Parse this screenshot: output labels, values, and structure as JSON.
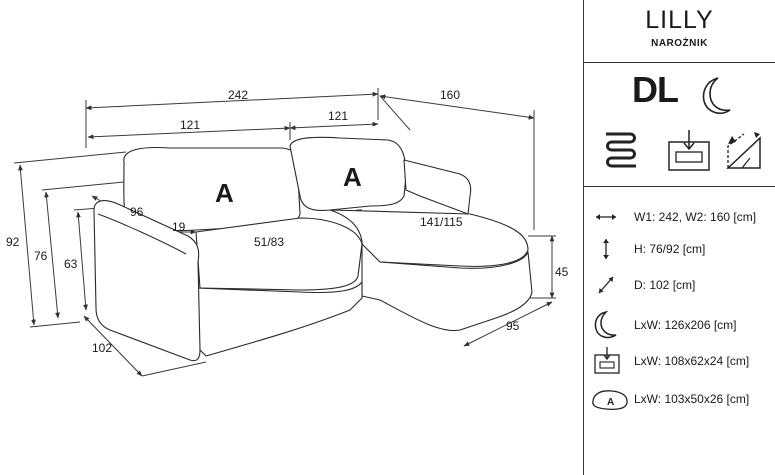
{
  "product": {
    "name": "LILLY",
    "type": "NAROŻNIK",
    "orientation": "DL"
  },
  "features": {
    "sleep_function_icon": "crescent-moon-icon",
    "spring_icon": "spring-icon",
    "storage_icon": "storage-container-icon",
    "adjustable_icon": "adjustable-armrest-icon"
  },
  "drawing": {
    "dimensions": {
      "total_width": "242",
      "seat_section_left": "121",
      "seat_section_right": "121",
      "chaise_width": "160",
      "height_total": "92",
      "height_back": "76",
      "height_seat_back": "63",
      "depth_arm": "96",
      "arm_width": "19",
      "seat_depth": "51/83",
      "chaise_length": "141/115",
      "chaise_height": "45",
      "chaise_depth": "95",
      "total_depth": "102"
    },
    "pillows": [
      "A",
      "A"
    ]
  },
  "specs": [
    {
      "icon": "double-arrow-horizontal-icon",
      "text": "W1: 242, W2: 160 [cm]"
    },
    {
      "icon": "double-arrow-vertical-icon",
      "text": "H: 76/92 [cm]"
    },
    {
      "icon": "double-arrow-diagonal-icon",
      "text": "D: 102 [cm]"
    },
    {
      "icon": "crescent-moon-icon",
      "text": "LxW: 126x206 [cm]"
    },
    {
      "icon": "storage-container-icon",
      "text": "LxW: 108x62x24 [cm]"
    },
    {
      "icon": "pillow-a-icon",
      "text": "LxW: 103x50x26 [cm]",
      "icon_label": "A"
    }
  ]
}
